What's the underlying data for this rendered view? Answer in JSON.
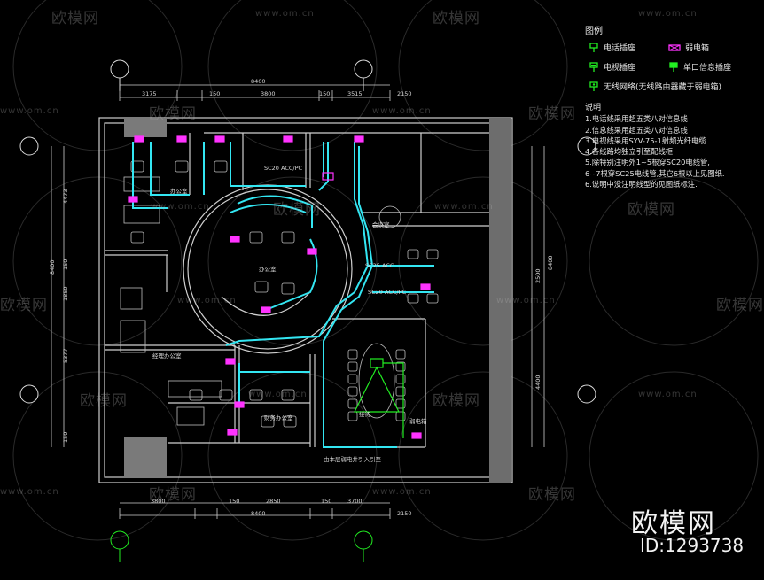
{
  "legend": {
    "title": "图例",
    "items": [
      {
        "label": "电话插座",
        "icon": "phone-socket-icon",
        "color": "#22ee22"
      },
      {
        "label": "弱电箱",
        "icon": "weak-current-box-icon",
        "color": "#ff22ff"
      },
      {
        "label": "电视插座",
        "icon": "tv-socket-icon",
        "color": "#22ee22"
      },
      {
        "label": "单口信息插座",
        "icon": "info-socket-icon",
        "color": "#22ee22"
      },
      {
        "label": "无线网络(无线路由器藏于弱电箱)",
        "icon": "wifi-icon",
        "color": "#22ee22"
      }
    ]
  },
  "notes": {
    "title": "说明",
    "lines": [
      "1.电话线采用超五类八对信息线",
      "2.信息线采用超五类八对信息线",
      "3.电视线采用SYV-75-1射频光纤电缆.",
      "4.各线路均独立引至配线柜.",
      "5.除特别注明外1~5根穿SC20电线管,",
      "6~7根穿SC25电线管,其它6根以上见图纸.",
      "6.说明中没注明线型的见图纸标注."
    ]
  },
  "watermark": {
    "brand": "欧模网",
    "url": "www.om.cn"
  },
  "branding": {
    "name": "欧模网",
    "id": "ID:1293738"
  },
  "plan": {
    "dims_top": [
      "8400",
      "3175",
      "150",
      "3800",
      "150",
      "3515",
      "2150"
    ],
    "dims_bottom": [
      "8400",
      "3800",
      "150",
      "2850",
      "150",
      "3700",
      "2150"
    ],
    "dims_left": [
      "8400",
      "1850",
      "5377",
      "4473",
      "150",
      "150"
    ],
    "dims_right": [
      "8400",
      "2500",
      "4400"
    ],
    "labels": [
      "SC20 ACC/PC",
      "SC20 ACC/PC",
      "SC25 ACC",
      "办公室",
      "办公室",
      "会议室",
      "接待",
      "经理办公室",
      "财务办公室",
      "弱电箱",
      "由本层弱电井引入引至"
    ]
  },
  "colors": {
    "wall": "#cfcfcf",
    "cable": "#33e6f2",
    "socket": "#ff33ff",
    "green": "#22ee22"
  }
}
